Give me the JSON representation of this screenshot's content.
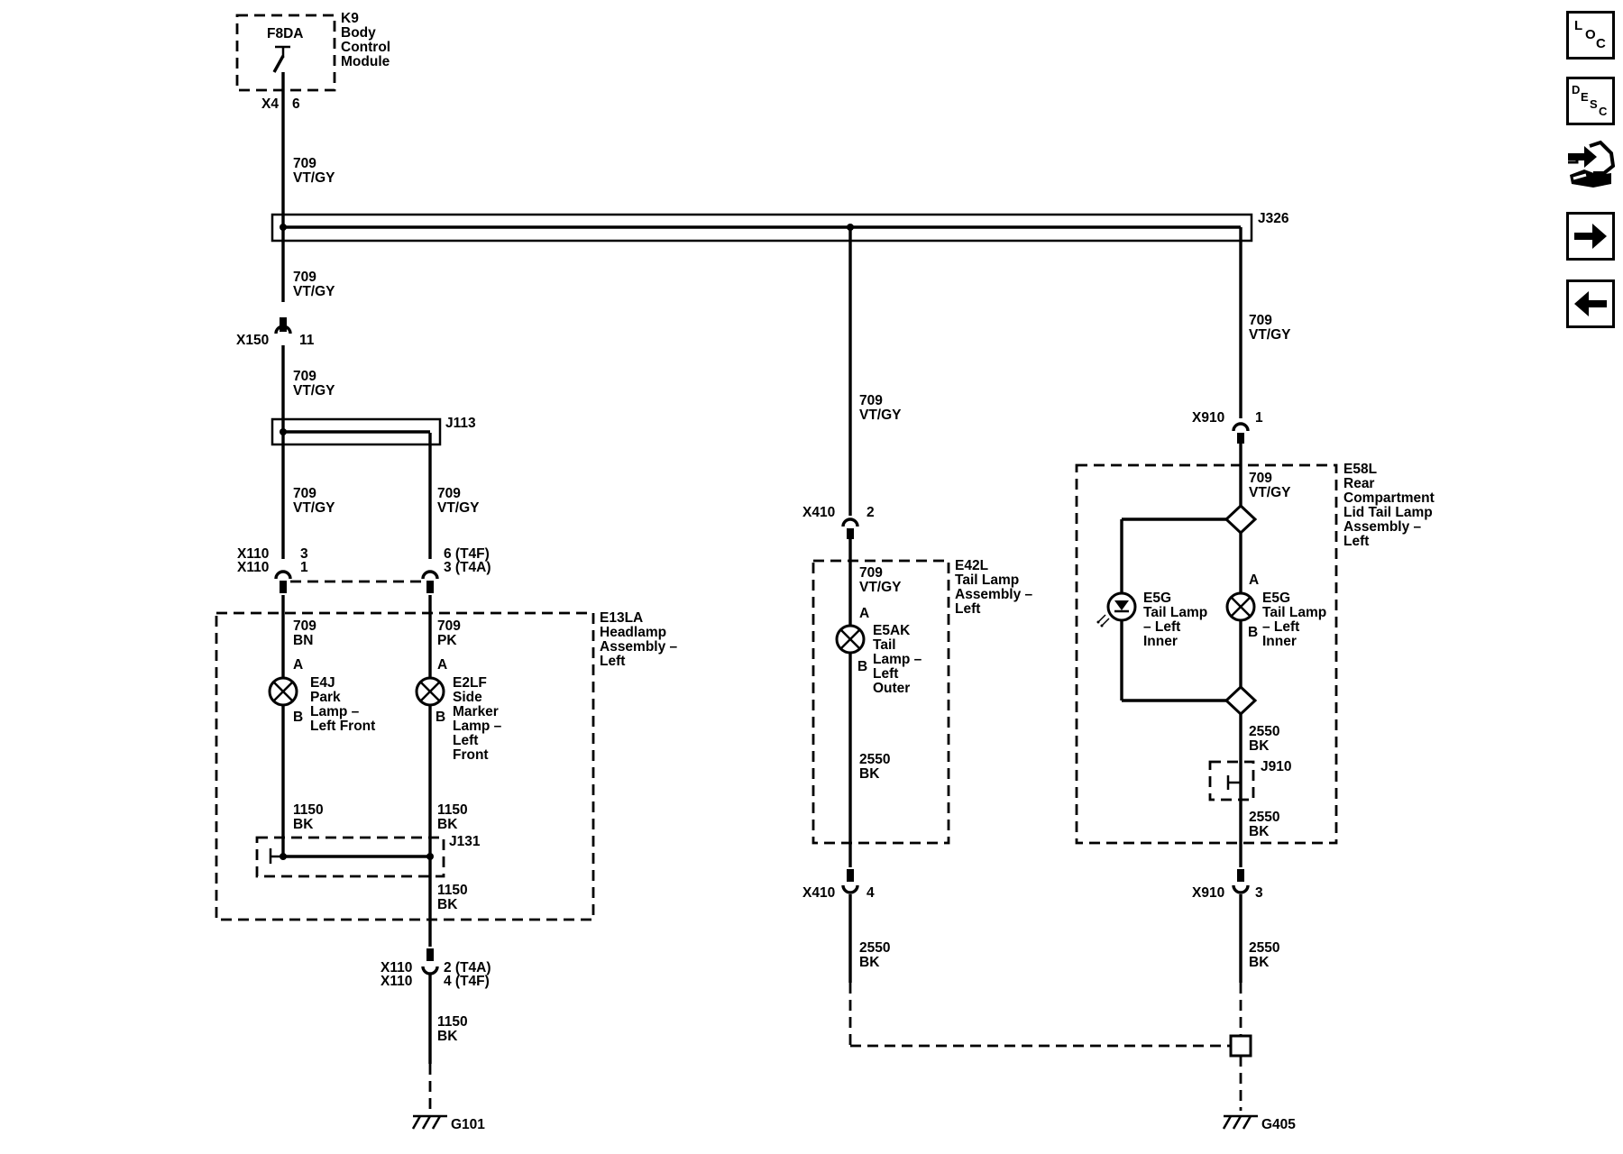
{
  "nav": {
    "loc": {
      "l": "L",
      "o": "O",
      "c": "C"
    },
    "desc": {
      "d": "D",
      "e": "E",
      "s": "S",
      "c": "C"
    }
  },
  "wires": {
    "vtgy_num": "709",
    "vtgy_color": "VT/GY",
    "bn_color": "BN",
    "pk_color": "PK",
    "bk1150_num": "1150",
    "bk2550_num": "2550",
    "bk_color": "BK"
  },
  "bcm": {
    "fuse": "F8DA",
    "ref": "K9",
    "name_l1": "Body",
    "name_l2": "Control",
    "name_l3": "Module",
    "conn": "X4",
    "pin": "6"
  },
  "splices": {
    "j326": "J326",
    "j113": "J113",
    "j131": "J131",
    "j910": "J910"
  },
  "connectors": {
    "x150": "X150",
    "x150_pin": "11",
    "x110": "X110",
    "x110_a_pin1": "3",
    "x110_a_pin2": "1",
    "x110_b_pin1": "6 (T4F)",
    "x110_b_pin2": "3 (T4A)",
    "x110_c_pin1": "2 (T4A)",
    "x110_c_pin2": "4 (T4F)",
    "x410": "X410",
    "x410_top_pin": "2",
    "x410_bot_pin": "4",
    "x910": "X910",
    "x910_top_pin": "1",
    "x910_bot_pin": "3"
  },
  "pins": {
    "a": "A",
    "b": "B"
  },
  "headlamp": {
    "l1": "E13LA",
    "l2": "Headlamp",
    "l3": "Assembly –",
    "l4": "Left"
  },
  "park": {
    "l1": "E4J",
    "l2": "Park",
    "l3": "Lamp –",
    "l4": "Left Front"
  },
  "sidemarker": {
    "l1": "E2LF",
    "l2": "Side",
    "l3": "Marker",
    "l4": "Lamp –",
    "l5": "Left",
    "l6": "Front"
  },
  "taillamp_assy": {
    "l1": "E42L",
    "l2": "Tail Lamp",
    "l3": "Assembly –",
    "l4": "Left"
  },
  "outer_lamp": {
    "l1": "E5AK",
    "l2": "Tail",
    "l3": "Lamp –",
    "l4": "Left",
    "l5": "Outer"
  },
  "lid_assy": {
    "l1": "E58L",
    "l2": "Rear",
    "l3": "Compartment",
    "l4": "Lid Tail Lamp",
    "l5": "Assembly –",
    "l6": "Left"
  },
  "inner_lamp": {
    "l1": "E5G",
    "l2": "Tail Lamp",
    "l3": "– Left",
    "l4": "Inner"
  },
  "grounds": {
    "g101": "G101",
    "g405": "G405"
  }
}
